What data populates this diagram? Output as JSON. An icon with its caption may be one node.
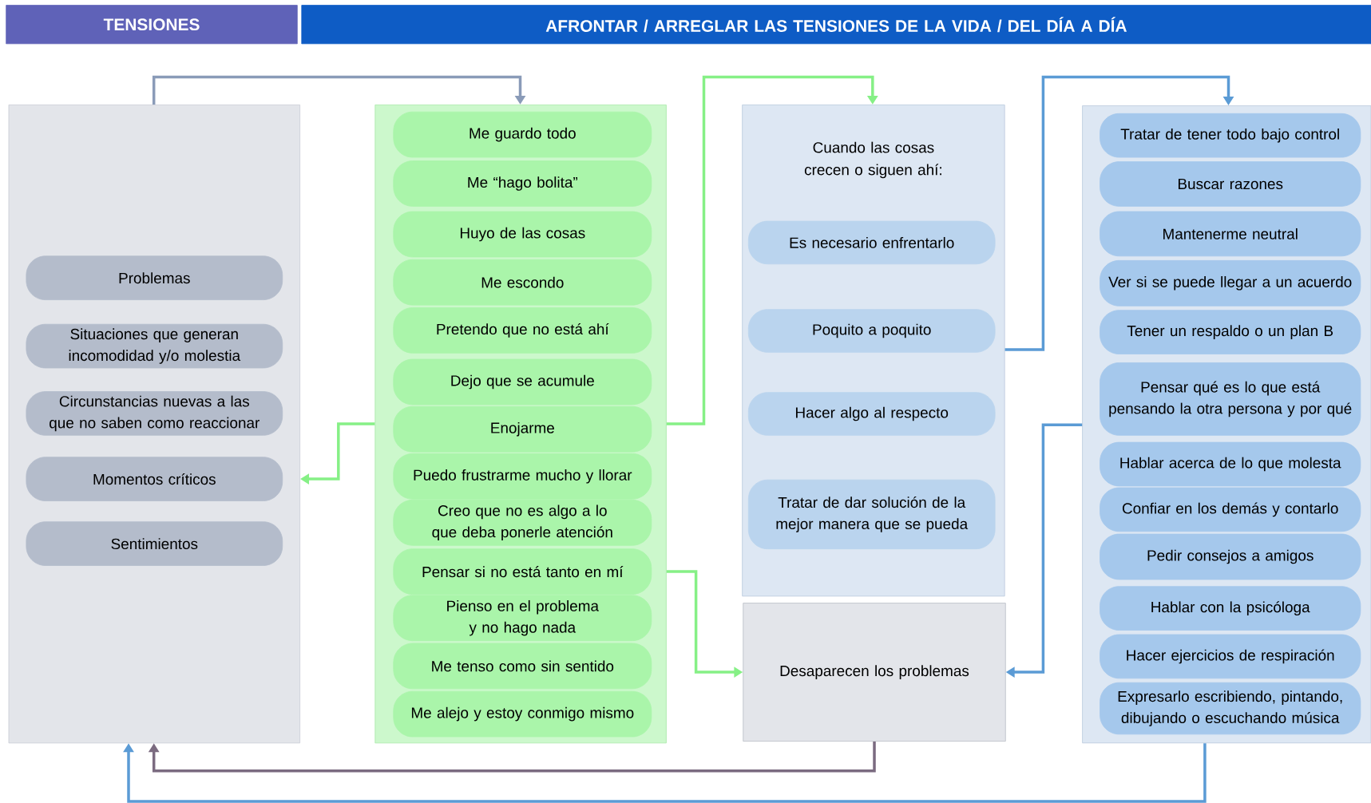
{
  "diagram": {
    "nodes": [
      {
        "text": [
          "TENSIONES"
        ]
      },
      {
        "text": [
          "AFRONTAR / ARREGLAR LAS TENSIONES DE LA VIDA / DEL DÍA A DÍA"
        ]
      },
      {
        "text": [],
        "shape": "box"
      },
      {
        "text": [
          "Problemas"
        ],
        "in": 2
      },
      {
        "text": [
          "Situaciones que generan incomodidad y/o molestia"
        ],
        "in": 2
      },
      {
        "text": [
          "Circunstancias nuevas a las que no saben como reaccionar"
        ],
        "in": 2
      },
      {
        "text": [
          "Momentos críticos"
        ],
        "in": 2
      },
      {
        "text": [
          "Sentimientos"
        ],
        "in": 2
      },
      {
        "text": [],
        "shape": "box"
      },
      {
        "text": [
          "Me guardo todo"
        ],
        "in": 8
      },
      {
        "text": [
          "Me “hago bolita”"
        ],
        "in": 8
      },
      {
        "text": [
          "Huyo de las cosas"
        ],
        "in": 8
      },
      {
        "text": [
          "Me escondo"
        ],
        "in": 8
      },
      {
        "text": [
          "Pretendo que no está ahí"
        ],
        "in": 8
      },
      {
        "text": [
          "Dejo que se acumule"
        ],
        "in": 8
      },
      {
        "text": [
          "Enojarme"
        ],
        "in": 8
      },
      {
        "text": [
          "Puedo frustrarme mucho y llorar"
        ],
        "in": 8
      },
      {
        "text": [
          "Creo que no es algo a lo que deba ponerle atención"
        ],
        "in": 8
      },
      {
        "text": [
          "Pensar si no está tanto en mí"
        ],
        "in": 8
      },
      {
        "text": [
          "Pienso en el problema y no hago nada"
        ],
        "in": 8
      },
      {
        "text": [
          "Me tenso como sin sentido"
        ],
        "in": 8
      },
      {
        "text": [
          "Me alejo y estoy conmigo mismo"
        ],
        "in": 8
      },
      {
        "text": [
          "Cuando las cosas crecen o siguen ahí:"
        ]
      },
      {
        "text": [
          "Es necesario enfrentarlo"
        ],
        "in": 22
      },
      {
        "text": [
          "Poquito a poquito"
        ],
        "in": 22
      },
      {
        "text": [
          "Hacer algo al respecto"
        ],
        "in": 22
      },
      {
        "text": [
          "Tratar de dar solución de la mejor manera que se pueda"
        ],
        "in": 22
      },
      {
        "text": [
          "Desaparecen los problemas"
        ]
      },
      {
        "text": [],
        "shape": "box"
      },
      {
        "text": [
          "Tratar de tener todo bajo control"
        ],
        "in": 28
      },
      {
        "text": [
          "Buscar razones"
        ],
        "in": 28
      },
      {
        "text": [
          "Mantenerme neutral"
        ],
        "in": 28
      },
      {
        "text": [
          "Ver si se puede llegar a un acuerdo"
        ],
        "in": 28
      },
      {
        "text": [
          "Tener un respaldo o un plan B"
        ],
        "in": 28
      },
      {
        "text": [
          "Pensar qué es lo que está pensando la otra persona y por qué"
        ],
        "in": 28
      },
      {
        "text": [
          "Hablar acerca de lo que molesta"
        ],
        "in": 28
      },
      {
        "text": [
          "Confiar en los demás y contarlo"
        ],
        "in": 28
      },
      {
        "text": [
          "Pedir consejos a amigos"
        ],
        "in": 28
      },
      {
        "text": [
          "Hablar con la psicóloga"
        ],
        "in": 28
      },
      {
        "text": [
          "Hacer ejercicios de respiración"
        ],
        "in": 28
      },
      {
        "text": [
          "Expresarlo escribiendo, pintando, dibujando o escuchando música"
        ],
        "in": 28
      }
    ],
    "edges": [
      {
        "from": 2,
        "to": 8,
        "arrow": "to",
        "color": "#8a9bb8"
      },
      {
        "from": 8,
        "to": 2,
        "arrow": "to",
        "color": "#86f086"
      },
      {
        "from": 8,
        "to": 22,
        "arrow": "to",
        "color": "#86f086"
      },
      {
        "from": 8,
        "to": 27,
        "arrow": "to",
        "color": "#86f086"
      },
      {
        "from": 22,
        "to": 28,
        "arrow": "to",
        "color": "#5b9bd5"
      },
      {
        "from": 28,
        "to": 27,
        "arrow": "to",
        "color": "#5b9bd5"
      },
      {
        "from": 27,
        "to": 2,
        "arrow": "to",
        "color": "#7b6b80"
      },
      {
        "from": 28,
        "to": 2,
        "arrow": "to",
        "color": "#5b9bd5"
      }
    ]
  }
}
